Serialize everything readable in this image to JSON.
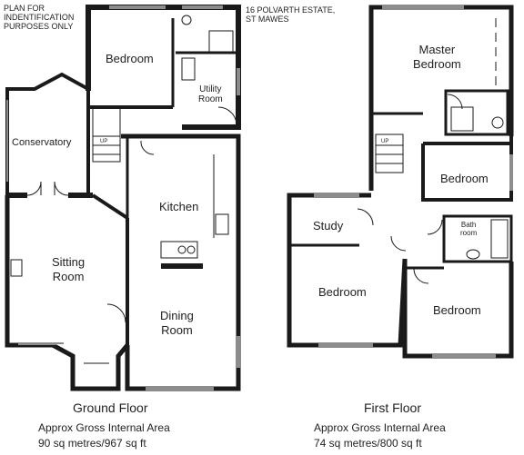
{
  "notes": {
    "purpose": "PLAN FOR INDENTIFICATION PURPOSES ONLY",
    "purpose_line1": "PLAN FOR",
    "purpose_line2": "INDENTIFICATION",
    "purpose_line3": "PURPOSES ONLY",
    "address_line1": "16 POLVARTH ESTATE,",
    "address_line2": "ST MAWES"
  },
  "ground_floor": {
    "title": "Ground Floor",
    "area_label": "Approx Gross Internal Area",
    "area_value": "90 sq metres/967 sq ft",
    "rooms": {
      "bedroom": "Bedroom",
      "utility_line1": "Utility",
      "utility_line2": "Room",
      "conservatory": "Conservatory",
      "kitchen": "Kitchen",
      "sitting_line1": "Sitting",
      "sitting_line2": "Room",
      "dining_line1": "Dining",
      "dining_line2": "Room"
    },
    "stair_label": "UP"
  },
  "first_floor": {
    "title": "First Floor",
    "area_label": "Approx Gross Internal Area",
    "area_value": "74 sq metres/800 sq ft",
    "rooms": {
      "master_line1": "Master",
      "master_line2": "Bedroom",
      "bedroom_right": "Bedroom",
      "study": "Study",
      "bath_line1": "Bath",
      "bath_line2": "room",
      "bedroom_left": "Bedroom",
      "bedroom_bottom_right": "Bedroom"
    },
    "stair_label": "UP"
  },
  "colors": {
    "wall": "#1a1a1a",
    "background": "#ffffff"
  }
}
